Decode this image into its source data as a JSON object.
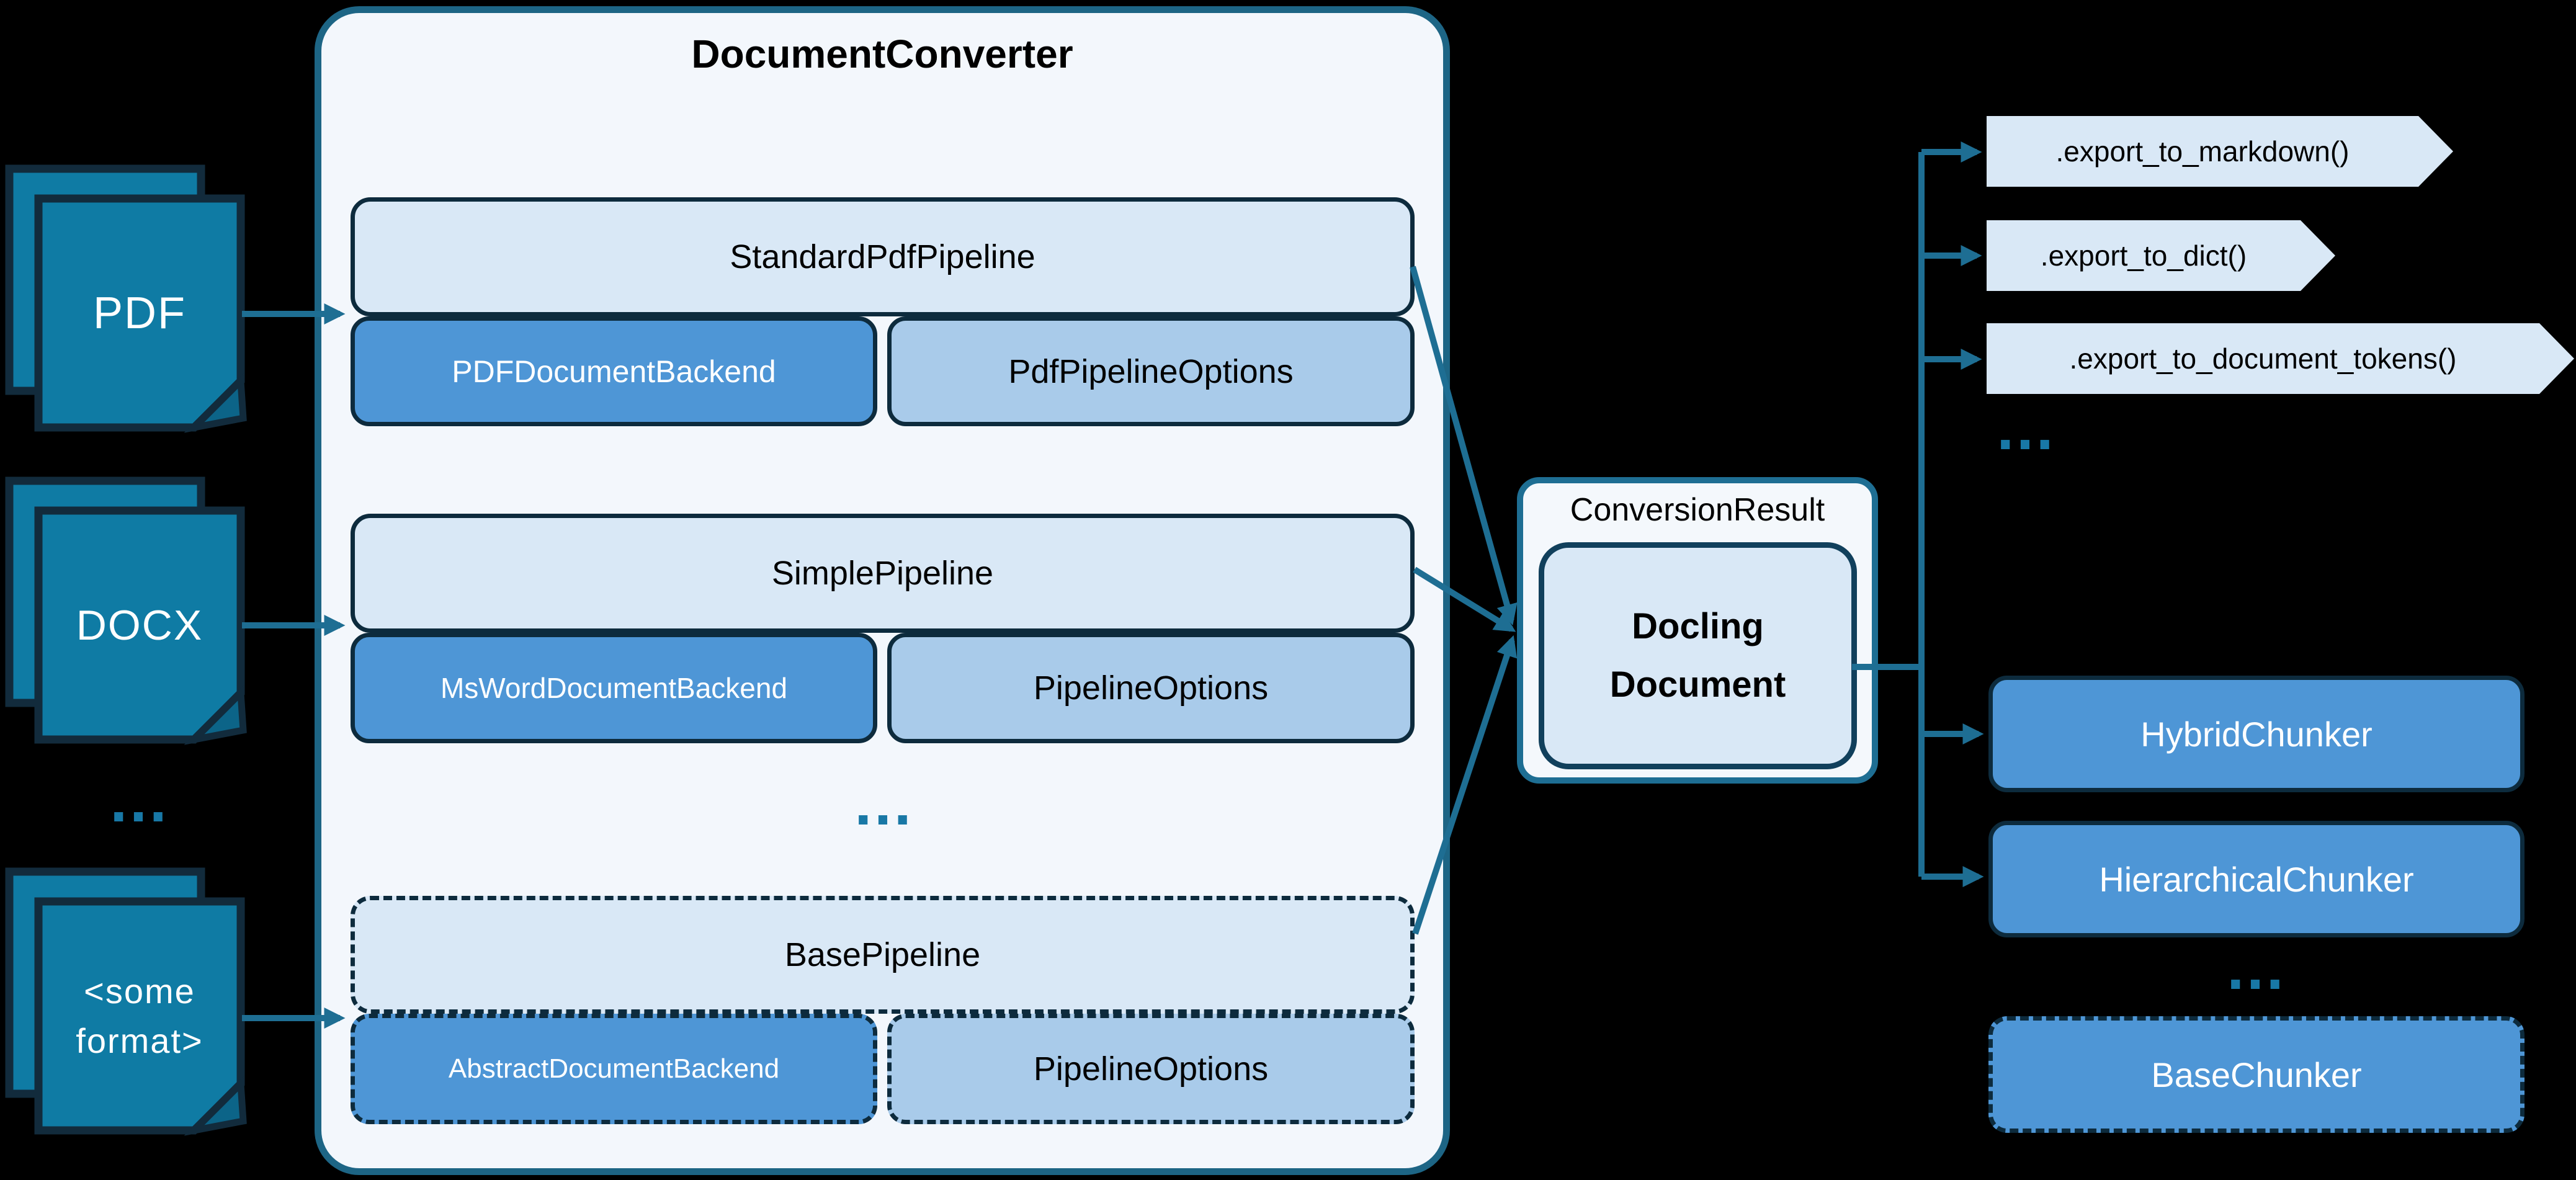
{
  "diagram": {
    "title": "DocumentConverter",
    "inputs": [
      {
        "label": "PDF"
      },
      {
        "label": "DOCX"
      },
      {
        "label_line1": "<some",
        "label_line2": "format>"
      }
    ],
    "inputs_ellipsis": "...",
    "pipelines": [
      {
        "name": "StandardPdfPipeline",
        "backend": "PDFDocumentBackend",
        "options": "PdfPipelineOptions",
        "dashed": false
      },
      {
        "name": "SimplePipeline",
        "backend": "MsWordDocumentBackend",
        "options": "PipelineOptions",
        "dashed": false
      },
      {
        "name": "BasePipeline",
        "backend": "AbstractDocumentBackend",
        "options": "PipelineOptions",
        "dashed": true
      }
    ],
    "pipelines_ellipsis": "...",
    "result": {
      "label": "ConversionResult",
      "document_line1": "Docling",
      "document_line2": "Document"
    },
    "exports": [
      ".export_to_markdown()",
      ".export_to_dict()",
      ".export_to_document_tokens()"
    ],
    "exports_ellipsis": "...",
    "chunkers": [
      {
        "label": "HybridChunker"
      },
      {
        "label": "HierarchicalChunker"
      }
    ],
    "chunkers_ellipsis": "...",
    "base_chunker": {
      "label": "BaseChunker"
    },
    "colors": {
      "background": "#000000",
      "connector_teal": "#1E6E93",
      "document_icon_fill": "#0F7BA4",
      "document_icon_border": "#122B3C",
      "panel_background": "#F3F7FC",
      "panel_border": "#1D6585",
      "pipeline_header_fill": "#D9E8F6",
      "backend_fill": "#4E96D6",
      "options_fill": "#A9CBEA",
      "dark_border": "#0D2B3D",
      "badge_fill": "#D9E8F6",
      "chunker_fill": "#4E96D6",
      "ellipsis_dots": "#1878A6"
    }
  }
}
